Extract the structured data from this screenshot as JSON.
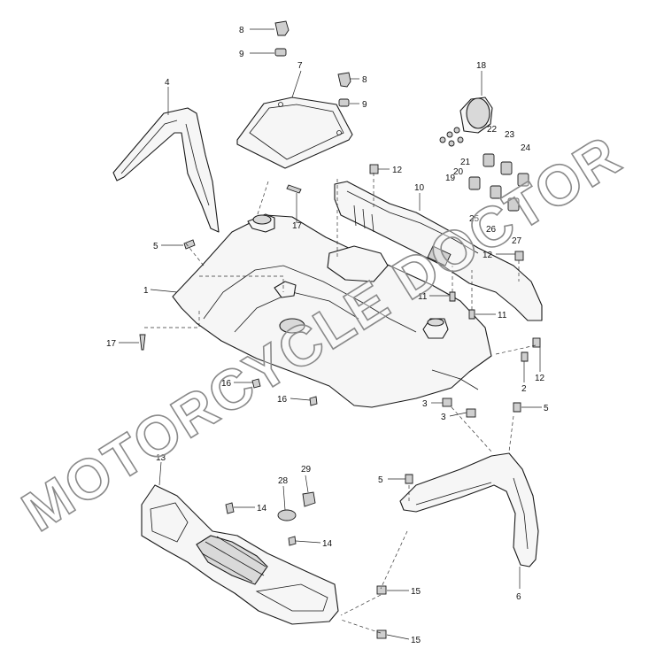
{
  "watermark": "MOTORCYCLE DOCTOR",
  "callouts": [
    {
      "id": "c8a",
      "text": "8"
    },
    {
      "id": "c9a",
      "text": "9"
    },
    {
      "id": "c7",
      "text": "7"
    },
    {
      "id": "c8b",
      "text": "8"
    },
    {
      "id": "c9b",
      "text": "9"
    },
    {
      "id": "c4",
      "text": "4"
    },
    {
      "id": "c18",
      "text": "18"
    },
    {
      "id": "c22",
      "text": "22"
    },
    {
      "id": "c23",
      "text": "23"
    },
    {
      "id": "c24",
      "text": "24"
    },
    {
      "id": "c21",
      "text": "21"
    },
    {
      "id": "c20",
      "text": "20"
    },
    {
      "id": "c19",
      "text": "19"
    },
    {
      "id": "c12a",
      "text": "12"
    },
    {
      "id": "c10",
      "text": "10"
    },
    {
      "id": "c25",
      "text": "25"
    },
    {
      "id": "c26",
      "text": "26"
    },
    {
      "id": "c27",
      "text": "27"
    },
    {
      "id": "c17a",
      "text": "17"
    },
    {
      "id": "c5a",
      "text": "5"
    },
    {
      "id": "c12b",
      "text": "12"
    },
    {
      "id": "c1",
      "text": "1"
    },
    {
      "id": "c11a",
      "text": "11"
    },
    {
      "id": "c11b",
      "text": "11"
    },
    {
      "id": "c17b",
      "text": "17"
    },
    {
      "id": "c12c",
      "text": "12"
    },
    {
      "id": "c2",
      "text": "2"
    },
    {
      "id": "c16a",
      "text": "16"
    },
    {
      "id": "c16b",
      "text": "16"
    },
    {
      "id": "c3a",
      "text": "3"
    },
    {
      "id": "c3b",
      "text": "3"
    },
    {
      "id": "c5b",
      "text": "5"
    },
    {
      "id": "c13",
      "text": "13"
    },
    {
      "id": "c29",
      "text": "29"
    },
    {
      "id": "c28",
      "text": "28"
    },
    {
      "id": "c5c",
      "text": "5"
    },
    {
      "id": "c14a",
      "text": "14"
    },
    {
      "id": "c14b",
      "text": "14"
    },
    {
      "id": "c15a",
      "text": "15"
    },
    {
      "id": "c15b",
      "text": "15"
    },
    {
      "id": "c6",
      "text": "6"
    }
  ]
}
